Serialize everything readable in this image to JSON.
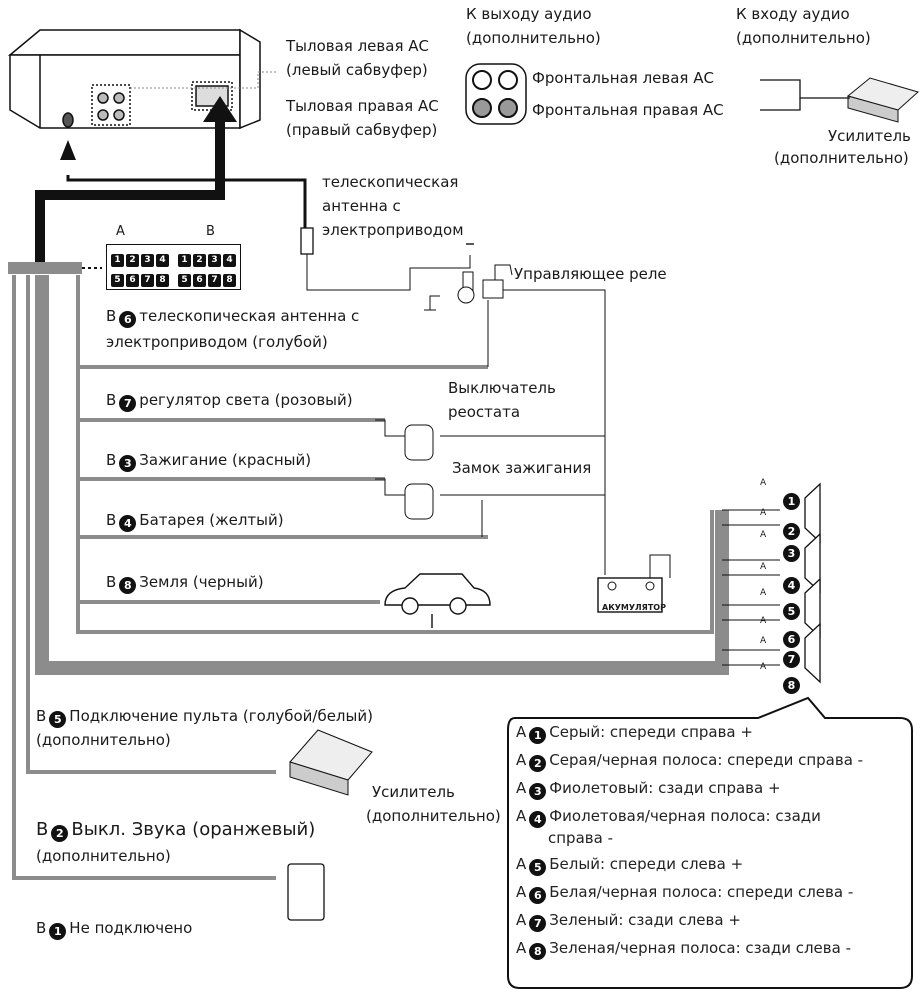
{
  "head_unit": {
    "rear_left": "Тыловая левая АС",
    "rear_left_sub": "(левый сабвуфер)",
    "rear_right": "Тыловая правая АС",
    "rear_right_sub": "(правый сабвуфер)"
  },
  "audio_out": {
    "title": "К выходу аудио",
    "title_sub": "(дополнительно)",
    "front_left": "Фронтальная левая АС",
    "front_right": "Фронтальная правая АС"
  },
  "audio_in": {
    "title": "К входу аудио",
    "title_sub": "(дополнительно)"
  },
  "amp_top": {
    "label": "Усилитель",
    "label_sub": "(дополнительно)"
  },
  "antenna": {
    "line1": "телескопическая",
    "line2": "антенна с",
    "line3": "электроприводом"
  },
  "connector": {
    "a_label": "A",
    "b_label": "B",
    "row1": [
      "1",
      "2",
      "3",
      "4",
      "1",
      "2",
      "3",
      "4"
    ],
    "row2": [
      "5",
      "6",
      "7",
      "8",
      "5",
      "6",
      "7",
      "8"
    ]
  },
  "relay": "Управляющее реле",
  "wires": {
    "b6_prefix": "B",
    "b6_num": "6",
    "b6_text": "телескопическая антенна с",
    "b6_text2": "электроприводом (голубой)",
    "b7_prefix": "B",
    "b7_num": "7",
    "b7_text": "регулятор света (розовый)",
    "b3_prefix": "B",
    "b3_num": "3",
    "b3_text": "Зажигание (красный)",
    "b4_prefix": "B",
    "b4_num": "4",
    "b4_text": "Батарея (желтый)",
    "b8_prefix": "B",
    "b8_num": "8",
    "b8_text": "Земля (черный)",
    "b5_prefix": "B",
    "b5_num": "5",
    "b5_text": "Подключение пульта (голубой/белый)",
    "b5_text2": "(дополнительно)",
    "b2_prefix": "B",
    "b2_num": "2",
    "b2_text": "Выкл. Звука (оранжевый)",
    "b2_text2": "(дополнительно)",
    "b1_prefix": "B",
    "b1_num": "1",
    "b1_text": "Не подключено"
  },
  "dimmer": {
    "line1": "Выключатель",
    "line2": "реостата"
  },
  "ignition": "Замок зажигания",
  "battery": "АКУМУЛЯТОР",
  "amp_bottom": {
    "label": "Усилитель",
    "label_sub": "(дополнительно)"
  },
  "speaker_nums": [
    "1",
    "2",
    "3",
    "4",
    "5",
    "6",
    "7",
    "8"
  ],
  "speaker_tag": "A",
  "callout": [
    {
      "prefix": "A",
      "num": "1",
      "text": "Серый: спереди справа +"
    },
    {
      "prefix": "A",
      "num": "2",
      "text": "Серая/черная полоса: спереди справа -"
    },
    {
      "prefix": "A",
      "num": "3",
      "text": "Фиолетовый: сзади справа +"
    },
    {
      "prefix": "A",
      "num": "4",
      "text": "Фиолетовая/черная полоса: сзади",
      "text2": "справа -"
    },
    {
      "prefix": "A",
      "num": "5",
      "text": "Белый: спереди слева +"
    },
    {
      "prefix": "A",
      "num": "6",
      "text": "Белая/черная полоса: спереди слева -"
    },
    {
      "prefix": "A",
      "num": "7",
      "text": "Зеленый: сзади слева +"
    },
    {
      "prefix": "A",
      "num": "8",
      "text": "Зеленая/черная полоса: сзади слева -"
    }
  ],
  "colors": {
    "wire_gray": "#8c8c8c",
    "ink": "#111111"
  }
}
